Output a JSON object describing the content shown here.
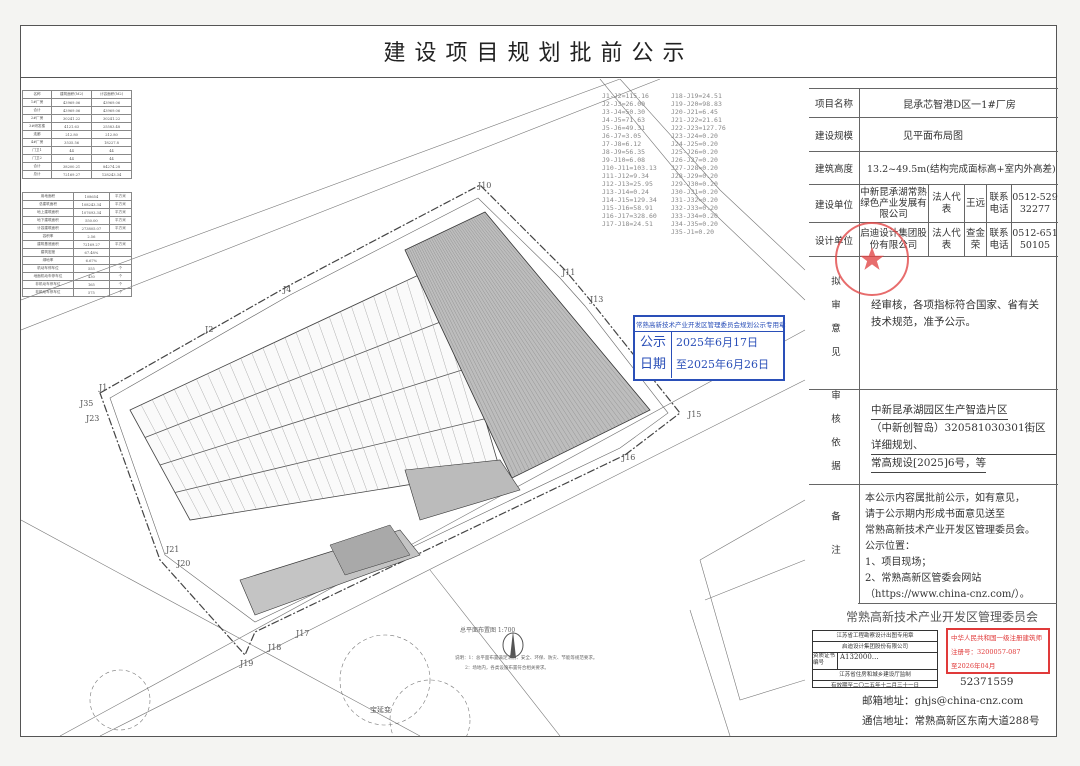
{
  "title": "建设项目规划批前公示",
  "info": {
    "project_name": {
      "label": "项目名称",
      "value": "昆承芯智港D区一1#厂房"
    },
    "scale": {
      "label": "建设规模",
      "value": "见平面布局图"
    },
    "height": {
      "label": "建筑高度",
      "value": "13.2~49.5m(结构完成面标高+室内外高差)"
    },
    "builder": {
      "label": "建设单位",
      "name": "中新昆承湖常熟绿色产业发展有限公司",
      "rep_label": "法人代表",
      "rep": "王远",
      "phone_label": "联系电话",
      "phone": "0512-52932277"
    },
    "designer": {
      "label": "设计单位",
      "name": "启迪设计集团股份有限公司",
      "rep_label": "法人代表",
      "rep": "查金荣",
      "phone_label": "联系电话",
      "phone": "0512-65150105"
    },
    "opinion": {
      "label": "拟审意见",
      "value": "经审核，各项指标符合国家、省有关技术规范，准予公示。"
    },
    "basis": {
      "label": "审核依据",
      "lines": [
        "中新昆承湖园区生产智造片区",
        "（中新创智岛）320581030301街区详细规划、",
        "常高规设[2025]6号，等"
      ]
    },
    "remarks": {
      "label": "备注",
      "lines": [
        "本公示内容属批前公示，如有意见，",
        "请于公示期内形成书面意见送至",
        "常熟高新技术产业开发区管理委员会。",
        "公示位置：",
        "1、项目现场；",
        "2、常熟高新区管委会网站",
        "（https://www.china-cnz.com/）。"
      ]
    }
  },
  "footer": {
    "committee": "常熟高新技术产业开发区管理委员会",
    "phone": "52371559",
    "email": "邮箱地址：ghjs@china-cnz.com",
    "address": "通信地址：常熟高新区东南大道288号"
  },
  "stamps": {
    "publicity": {
      "header": "常熟高新技术产业开发区管理委员会规划公示专用章",
      "label1": "公示",
      "label2": "日期",
      "line1": "2025年6月17日",
      "line2": "至2025年6月26日"
    },
    "architect": {
      "line1": "中华人民共和国一级注册建筑师",
      "line2": "注册号：3200057-087",
      "line3": "至2026年04月"
    },
    "drawing": {
      "line1": "江苏省工程勘察设计出图专用章",
      "line2": "启迪设计集团股份有限公司",
      "cert_label": "资质证书编号",
      "cert": "A132000…",
      "line3": "江苏省住房和城乡建设厅监制",
      "line4": "有效期至二〇二五年十二月三十一日"
    },
    "company_seal": "启迪设计集团股份有限公司"
  },
  "plan": {
    "caption": "总平面布置图 1:700",
    "substation": "宝延变",
    "notes": [
      "说明：1：总平面布置满足消防、安全、环保、防灾、节能等规范要求。",
      "2：场地内，各类设施布置符合相关要求。"
    ],
    "points": [
      "J1",
      "J2",
      "J4",
      "J10",
      "J11",
      "J13",
      "J15",
      "J16",
      "J17",
      "J18",
      "J19",
      "J20",
      "J21",
      "J23",
      "J35"
    ],
    "segments_left": [
      "J1-J2=115.16",
      "J2-J3=26.00",
      "J3-J4=50.30",
      "J4-J5=71.63",
      "J5-J6=49.31",
      "J6-J7=3.05",
      "J7-J8=6.12",
      "J8-J9=56.35",
      "J9-J10=6.08",
      "J10-J11=103.13",
      "J11-J12=9.34",
      "J12-J13=25.95",
      "J13-J14=0.24",
      "J14-J15=129.34",
      "J15-J16=58.91",
      "J16-J17=328.60",
      "J17-J18=24.51"
    ],
    "segments_right": [
      "J18-J19=24.51",
      "J19-J20=98.83",
      "J20-J21=6.45",
      "J21-J22=21.61",
      "J22-J23=127.76",
      "J23-J24=0.20",
      "J24-J25=0.20",
      "J25-J26=0.20",
      "J26-J27=0.20",
      "J27-J28=0.20",
      "J28-J29=0.20",
      "J29-J30=0.20",
      "J30-J31=0.20",
      "J31-J32=0.20",
      "J32-J33=0.20",
      "J33-J34=0.20",
      "J34-J35=0.20",
      "J35-J1=0.20"
    ],
    "area_table": {
      "header": [
        "名称",
        "建筑面积(M2)",
        "计容面积(M2)"
      ],
      "rows": [
        [
          "1#厂房",
          "43969.06",
          "43969.06"
        ],
        [
          "合计",
          "43969.06",
          "43969.06"
        ],
        [
          "2#厂房",
          "30241.22",
          "30241.22"
        ],
        [
          "3#研发楼",
          "4121.63",
          "25583.48"
        ],
        [
          "连廊",
          "212.80",
          "212.80"
        ],
        [
          "4#厂房",
          "3535.56",
          "18227.8"
        ],
        [
          "门卫1",
          "44",
          "44"
        ],
        [
          "门卫2",
          "44",
          "44"
        ],
        [
          "合计",
          "38200.21",
          "84274.28"
        ],
        [
          "总计",
          "72169.27",
          "128243.34"
        ]
      ]
    },
    "index_table": {
      "rows": [
        [
          "用地面积",
          "108654",
          "平方米"
        ],
        [
          "总建筑面积",
          "108243.34",
          "平方米"
        ],
        [
          "地上建筑面积",
          "107693.34",
          "平方米"
        ],
        [
          "地下建筑面积",
          "550.00",
          "平方米"
        ],
        [
          "计容建筑面积",
          "273805.07",
          "平方米"
        ],
        [
          "容积率",
          "2.56",
          ""
        ],
        [
          "建筑基底面积",
          "72169.27",
          "平方米"
        ],
        [
          "建筑密度",
          "67.48%",
          ""
        ],
        [
          "绿地率",
          "6.67%",
          ""
        ],
        [
          "机动车停车位",
          "555",
          "个"
        ],
        [
          "地面机动车停车位",
          "430",
          "个"
        ],
        [
          "非机动车停车位",
          "165",
          "个"
        ],
        [
          "非机动车停车位",
          "575",
          "个"
        ]
      ]
    }
  }
}
